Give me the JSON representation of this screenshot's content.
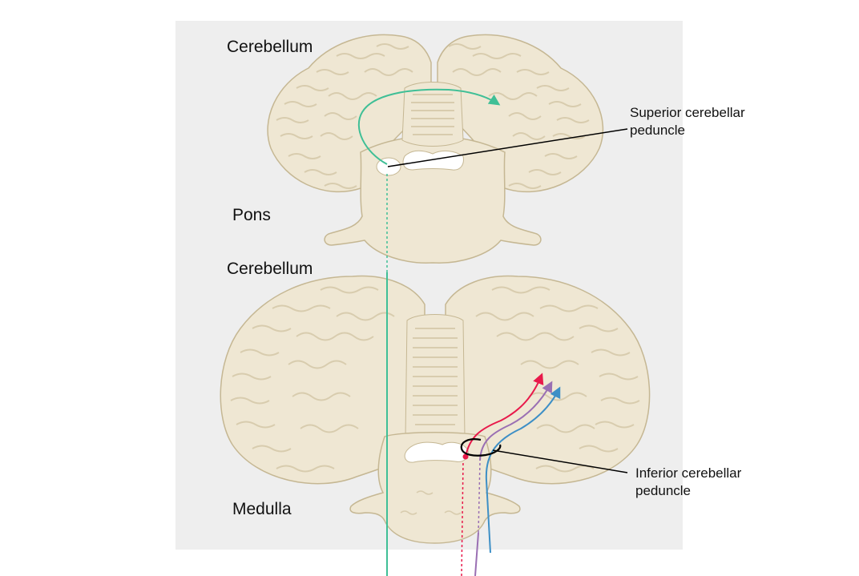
{
  "labels": {
    "cerebellum_top": "Cerebellum",
    "pons": "Pons",
    "cerebellum_bottom": "Cerebellum",
    "medulla": "Medulla",
    "superior_line1": "Superior cerebellar",
    "superior_line2": "peduncle",
    "inferior_line1": "Inferior cerebellar",
    "inferior_line2": "peduncle"
  },
  "colors": {
    "panel_background": "#eeeeee",
    "tissue_fill": "#efe7d3",
    "tissue_fold": "#d8ccae",
    "tissue_outline": "#c5b793",
    "tract_green": "#3fbf96",
    "tract_red": "#e8194a",
    "tract_purple": "#9a6fb3",
    "tract_blue": "#3d8fc6",
    "pointer_line": "#000000"
  }
}
